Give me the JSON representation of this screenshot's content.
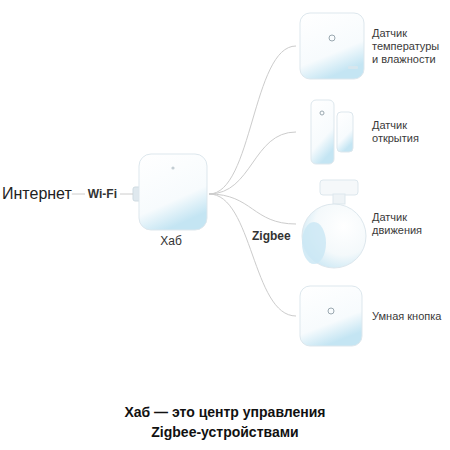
{
  "diagram": {
    "caption": "Хаб — это центр управления Zigbee-устройствами",
    "nodes": [
      {
        "text": [
          "Интернет"
        ]
      },
      {
        "text": [
          "Хаб"
        ]
      },
      {
        "text": [
          "Датчик температуры и влажности"
        ]
      },
      {
        "text": [
          "Датчик открытия"
        ]
      },
      {
        "text": [
          "Датчик движения"
        ]
      },
      {
        "text": [
          "Умная кнопка"
        ]
      }
    ],
    "edges": [
      {
        "from": 0,
        "to": 1,
        "label": "Wi-Fi",
        "arrow": "none"
      },
      {
        "from": 1,
        "to": 2,
        "arrow": "none"
      },
      {
        "from": 1,
        "to": 3,
        "arrow": "none"
      },
      {
        "from": 1,
        "to": 4,
        "arrow": "none"
      },
      {
        "from": 1,
        "to": 5,
        "arrow": "none"
      }
    ],
    "labels": [
      "Zigbee"
    ]
  }
}
